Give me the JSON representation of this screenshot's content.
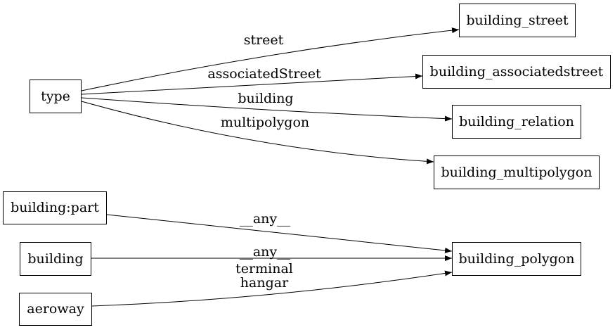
{
  "diagram": {
    "type": "directed-graph",
    "background_color": "#ffffff",
    "stroke_color": "#000000",
    "nodes": [
      {
        "id": "type",
        "label": "type"
      },
      {
        "id": "building_street",
        "label": "building_street"
      },
      {
        "id": "building_associatedstreet",
        "label": "building_associatedstreet"
      },
      {
        "id": "building_relation",
        "label": "building_relation"
      },
      {
        "id": "building_multipolygon",
        "label": "building_multipolygon"
      },
      {
        "id": "building_polygon",
        "label": "building_polygon"
      },
      {
        "id": "building_part",
        "label": "building:part"
      },
      {
        "id": "building",
        "label": "building"
      },
      {
        "id": "aeroway",
        "label": "aeroway"
      }
    ],
    "edges": [
      {
        "from": "type",
        "to": "building_street",
        "label": "street"
      },
      {
        "from": "type",
        "to": "building_associatedstreet",
        "label": "associatedStreet"
      },
      {
        "from": "type",
        "to": "building_relation",
        "label": "building"
      },
      {
        "from": "type",
        "to": "building_multipolygon",
        "label": "multipolygon"
      },
      {
        "from": "building:part",
        "to": "building_polygon",
        "label": "__any__"
      },
      {
        "from": "building",
        "to": "building_polygon",
        "label": "__any__"
      },
      {
        "from": "aeroway",
        "to": "building_polygon",
        "label": "terminal\nhangar"
      }
    ]
  }
}
